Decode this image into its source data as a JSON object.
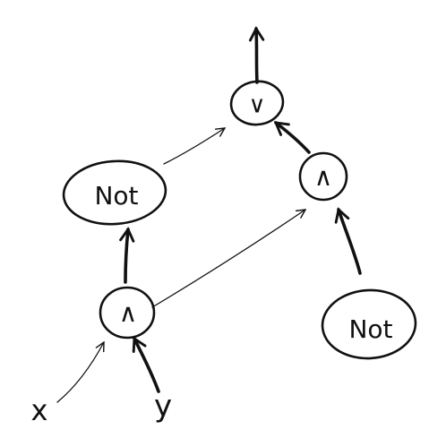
{
  "diagram": {
    "stroke_color": "#111111",
    "background": "#ffffff",
    "nodes": {
      "or_gate": {
        "label": "∨"
      },
      "and_right": {
        "label": "∧"
      },
      "not_left": {
        "label": "Not"
      },
      "and_bottom": {
        "label": "∧"
      },
      "not_right": {
        "label": "Not"
      }
    },
    "inputs": {
      "x": {
        "label": "x"
      },
      "y": {
        "label": "y"
      }
    }
  }
}
